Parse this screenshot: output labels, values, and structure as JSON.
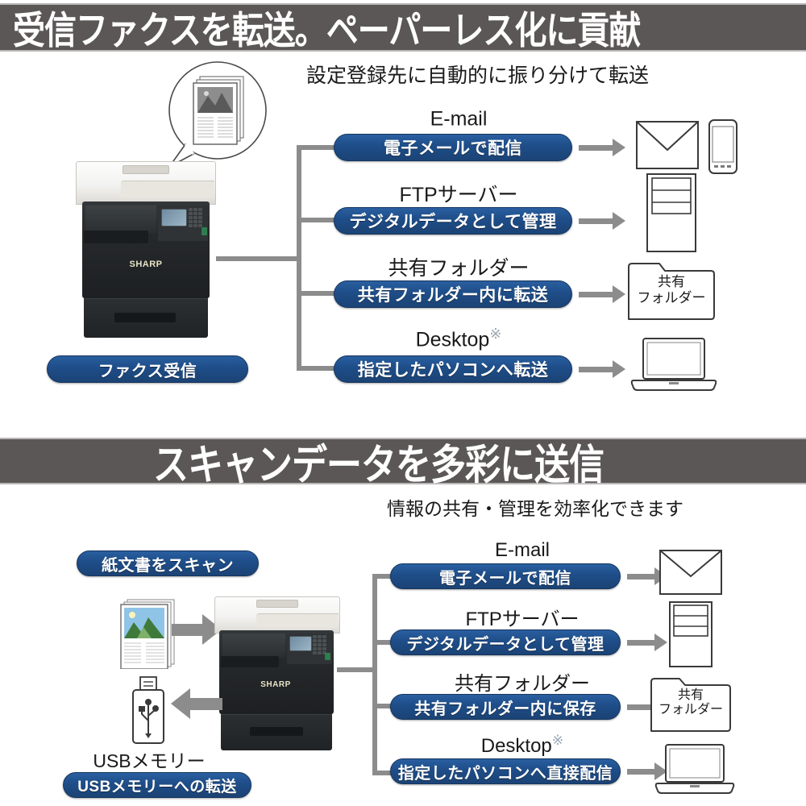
{
  "sections": [
    {
      "id": "fax-forward",
      "header": "受信ファクスを転送。ペーパーレス化に貢献",
      "subtitle": "設定登録先に自動的に振り分けて転送",
      "source_label": "ファクス受信",
      "bubble_icon": "document-stack-icon",
      "device_logo": "SHARP",
      "rows": [
        {
          "caption": "E-mail",
          "mark": "",
          "pill": "電子メールで配信",
          "targets": [
            "envelope-icon",
            "smartphone-icon"
          ]
        },
        {
          "caption": "FTPサーバー",
          "mark": "",
          "pill": "デジタルデータとして管理",
          "targets": [
            "server-icon"
          ]
        },
        {
          "caption": "共有フォルダー",
          "mark": "",
          "pill": "共有フォルダー内に転送",
          "targets": [
            "folder-icon"
          ],
          "folder_label_line1": "共有",
          "folder_label_line2": "フォルダー"
        },
        {
          "caption": "Desktop",
          "mark": "※",
          "pill": "指定したパソコンへ転送",
          "targets": [
            "laptop-icon"
          ]
        }
      ]
    },
    {
      "id": "scan-send",
      "header": "スキャンデータを多彩に送信",
      "subtitle": "情報の共有・管理を効率化できます",
      "source_label": "紙文書をスキャン",
      "usb_caption": "USBメモリー",
      "usb_pill": "USBメモリーへの転送",
      "device_logo": "SHARP",
      "rows": [
        {
          "caption": "E-mail",
          "mark": "",
          "pill": "電子メールで配信",
          "targets": [
            "envelope-icon"
          ]
        },
        {
          "caption": "FTPサーバー",
          "mark": "",
          "pill": "デジタルデータとして管理",
          "targets": [
            "server-icon"
          ]
        },
        {
          "caption": "共有フォルダー",
          "mark": "",
          "pill": "共有フォルダー内に保存",
          "targets": [
            "folder-icon"
          ],
          "folder_label_line1": "共有",
          "folder_label_line2": "フォルダー"
        },
        {
          "caption": "Desktop",
          "mark": "※",
          "pill": "指定したパソコンへ直接配信",
          "targets": [
            "laptop-icon"
          ]
        }
      ]
    }
  ],
  "colors": {
    "header_bar": "#5b5757",
    "header_text": "#ffffff",
    "pill_blue": "#1e4d88",
    "connector_gray": "#8c8c8c",
    "icon_outline": "#3a3a3a",
    "reference_mark": "#9aa7b4"
  }
}
